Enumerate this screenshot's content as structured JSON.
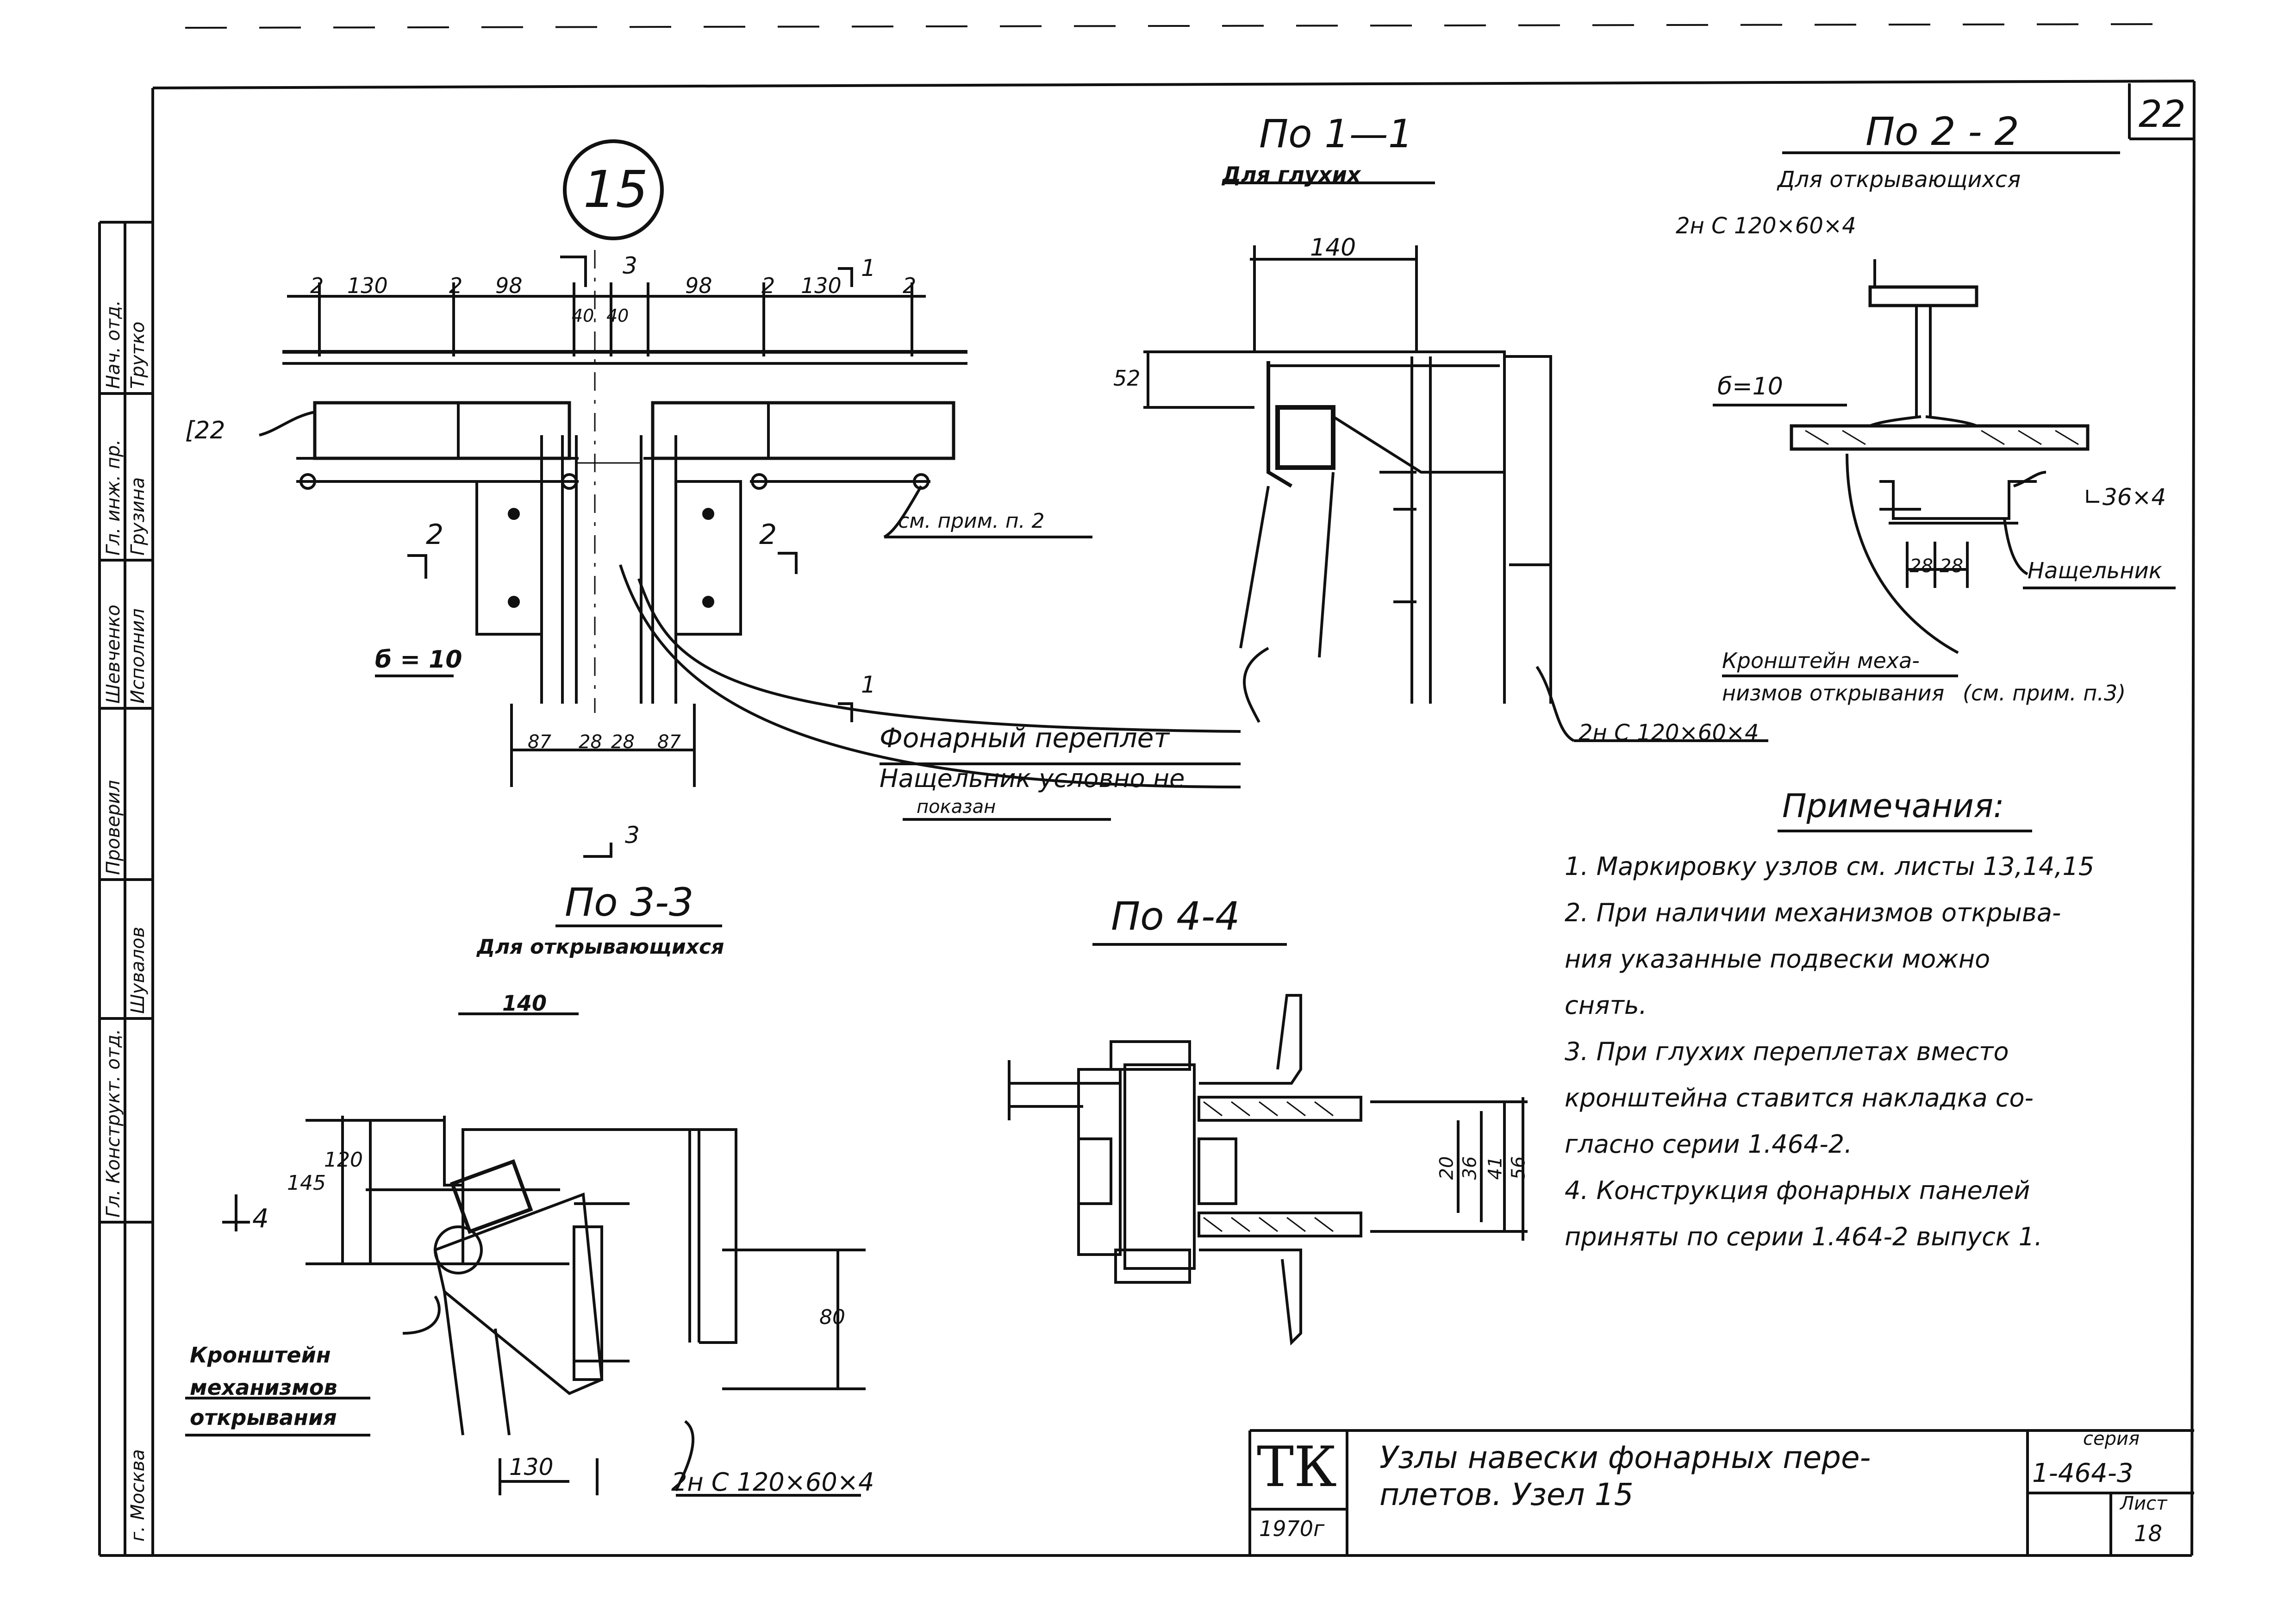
{
  "sheet": {
    "page_number": "22",
    "node_number": "15"
  },
  "views": {
    "view_1_1": {
      "title": "По 1—1",
      "subtitle": "Для глухих",
      "dim_140": "140",
      "dim_52": "52",
      "profile": "2н С 120×60×4"
    },
    "view_2_2": {
      "title": "По 2 - 2",
      "subtitle": "Для открывающихся",
      "profile_top": "2н С 120×60×4",
      "plate": "б=10",
      "angle": "∟36×4",
      "dim_a": "28",
      "dim_b": "28",
      "batten": "Нащельник",
      "bracket": "Кронштейн меха-",
      "bracket_line2": "низмов открывания",
      "bracket_ref": "(см. прим. п.3)"
    },
    "view_3_3": {
      "title": "По 3-3",
      "subtitle": "Для открывающихся",
      "dim_140": "140",
      "dim_145": "145",
      "dim_120": "120",
      "dim_80": "80",
      "dim_130": "130",
      "cut_4": "4",
      "bracket_l1": "Кронштейн",
      "bracket_l2": "механизмов",
      "bracket_l3": "открывания",
      "profile": "2н С 120×60×4"
    },
    "view_4_4": {
      "title": "По 4-4",
      "dim_20": "20",
      "dim_36": "36",
      "dim_41": "41",
      "dim_56": "56"
    }
  },
  "main_view": {
    "top_dims": [
      "2",
      "130",
      "2",
      "98",
      "40",
      "40",
      "98",
      "2",
      "130",
      "2"
    ],
    "bottom_dims": [
      "87",
      "28",
      "28",
      "87"
    ],
    "channel": "[22",
    "plate": "б = 10",
    "cut_2": "2",
    "cut_3": "3",
    "cut_1": "1",
    "note_ref": "см. прим. п. 2",
    "label_frame": "Фонарный переплет",
    "label_batten": "Нащельник условно не",
    "label_batten_2": "показан"
  },
  "notes": {
    "title": "Примечания:",
    "items": [
      "1. Маркировку узлов см. листы 13,14,15",
      "2. При наличии механизмов открыва-",
      "ния указанные подвески можно",
      "снять.",
      "3. При глухих переплетах вместо",
      "кронштейна ставится накладка со-",
      "гласно серии 1.464-2.",
      "4. Конструкция фонарных панелей",
      "приняты по серии 1.464-2 выпуск 1."
    ]
  },
  "title_block": {
    "stamp": "ТК",
    "year": "1970г",
    "title_l1": "Узлы навески фонарных пере-",
    "title_l2": "плетов.  Узел 15",
    "series_label": "серия",
    "series": "1-464-3",
    "sheet_label": "Лист",
    "sheet": "18"
  },
  "left_margin": {
    "cells": [
      "Нач. отд.",
      "Трутко",
      "Гл. инж. пр.",
      "Грузина",
      "Исполнил",
      "Шевченко",
      "Проверил",
      "Шувалов",
      "Гл. Конструкт. отд.",
      "г. Москва"
    ]
  }
}
